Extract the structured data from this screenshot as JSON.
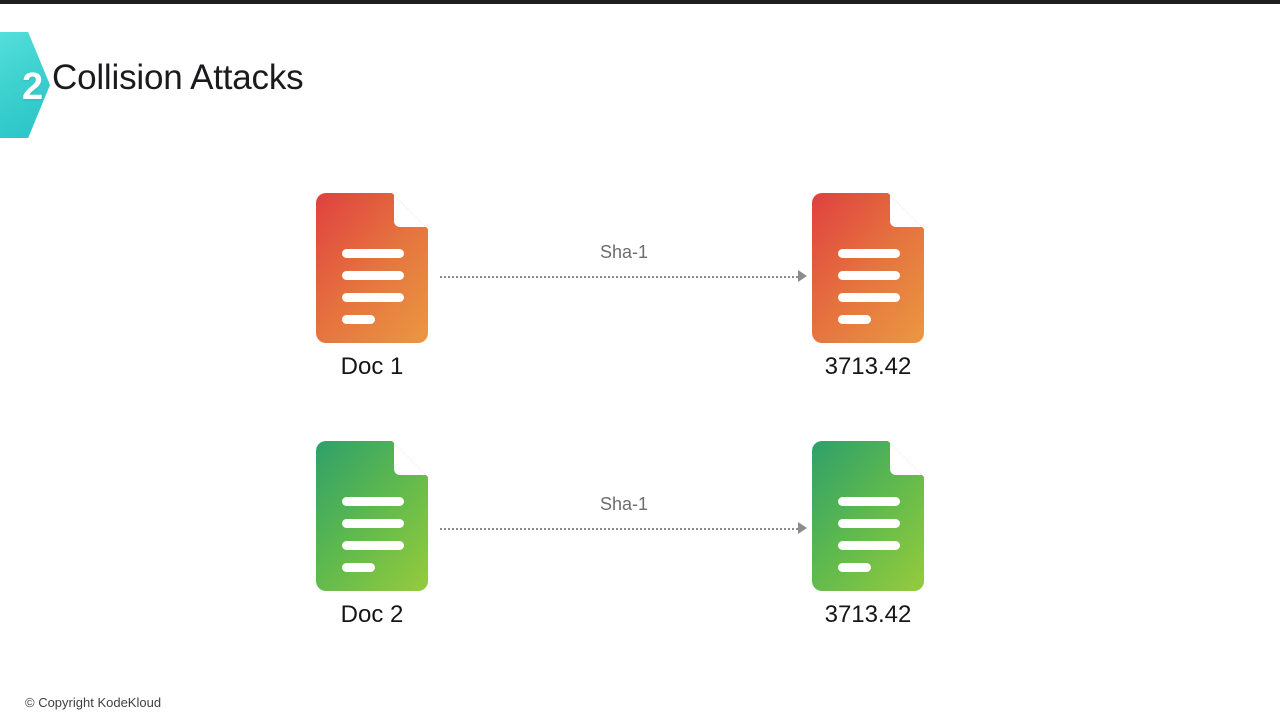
{
  "slide": {
    "step_number": "2",
    "title": "Collision Attacks",
    "footer": "© Copyright KodeKloud",
    "accent_color": "#40d3cf",
    "title_color": "#1b1b1f"
  },
  "diagram": {
    "rows": [
      {
        "source_label": "Doc 1",
        "target_label": "3713.42",
        "connector_label": "Sha-1",
        "icon_color_start": "#e0403f",
        "icon_color_end": "#ea9340"
      },
      {
        "source_label": "Doc 2",
        "target_label": "3713.42",
        "connector_label": "Sha-1",
        "icon_color_start": "#2ea05f",
        "icon_color_end": "#8ec93e"
      }
    ]
  }
}
